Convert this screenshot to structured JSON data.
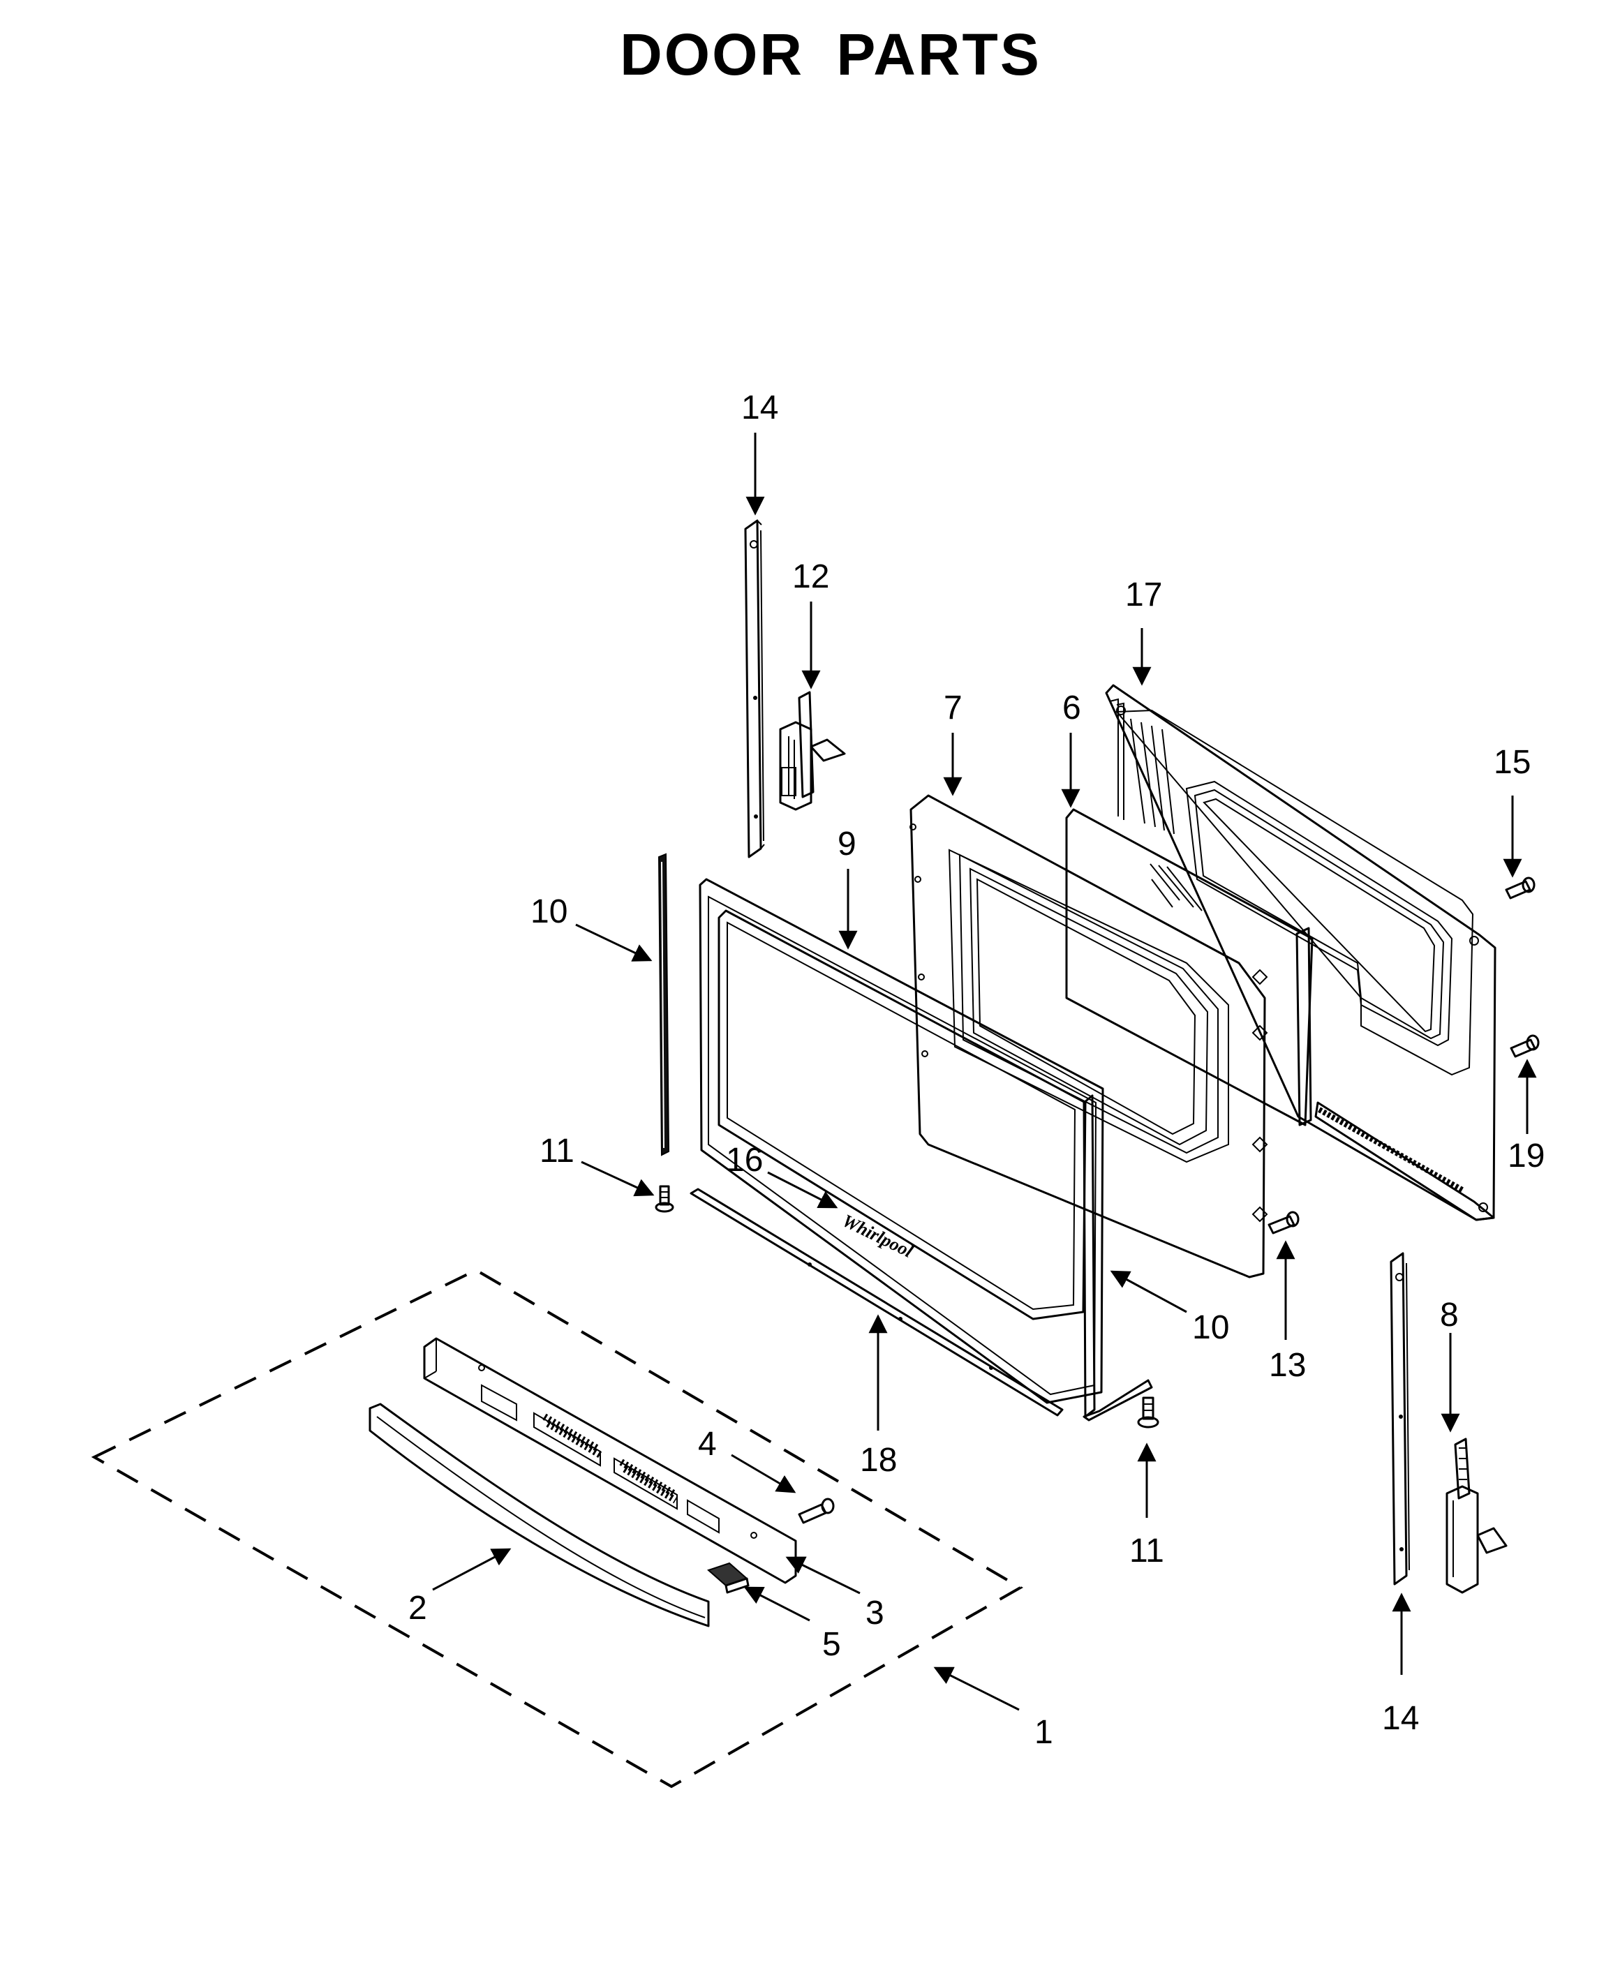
{
  "title": "DOOR PARTS",
  "callouts": [
    {
      "id": "c14a",
      "label": "14"
    },
    {
      "id": "c12",
      "label": "12"
    },
    {
      "id": "c17",
      "label": "17"
    },
    {
      "id": "c7",
      "label": "7"
    },
    {
      "id": "c6",
      "label": "6"
    },
    {
      "id": "c15",
      "label": "15"
    },
    {
      "id": "c9",
      "label": "9"
    },
    {
      "id": "c10a",
      "label": "10"
    },
    {
      "id": "c19",
      "label": "19"
    },
    {
      "id": "c11a",
      "label": "11"
    },
    {
      "id": "c16",
      "label": "16"
    },
    {
      "id": "c10b",
      "label": "10"
    },
    {
      "id": "c13",
      "label": "13"
    },
    {
      "id": "c8",
      "label": "8"
    },
    {
      "id": "c18",
      "label": "18"
    },
    {
      "id": "c4",
      "label": "4"
    },
    {
      "id": "c11b",
      "label": "11"
    },
    {
      "id": "c3",
      "label": "3"
    },
    {
      "id": "c2",
      "label": "2"
    },
    {
      "id": "c5",
      "label": "5"
    },
    {
      "id": "c1",
      "label": "1"
    },
    {
      "id": "c14b",
      "label": "14"
    }
  ],
  "logo_text": "Whirlpool"
}
